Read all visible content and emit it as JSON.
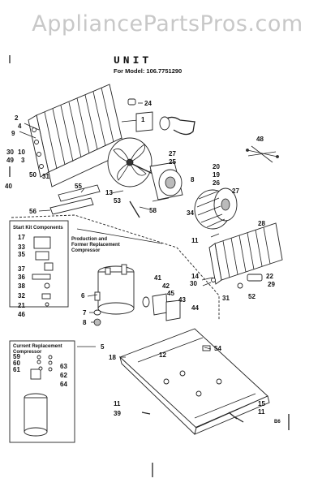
{
  "watermark": "AppliancePartsPros.com",
  "header": {
    "title": "UNIT",
    "model": "For Model: 106.7751290"
  },
  "sections": {
    "start_kit": "Start Kit Components",
    "production_line1": "Production and",
    "production_line2": "Former Replacement",
    "production_line3": "Compressor",
    "current_line1": "Current Replacement",
    "current_line2": "Compressor"
  },
  "footer_code": "B6",
  "part_numbers": {
    "p2": "2",
    "p4": "4",
    "p9": "9",
    "p30a": "30",
    "p10": "10",
    "p49": "49",
    "p3": "3",
    "p50": "50",
    "p31a": "31",
    "p40": "40",
    "p1": "1",
    "p24": "24",
    "p48": "48",
    "p27a": "27",
    "p25": "25",
    "p20": "20",
    "p19": "19",
    "p26": "26",
    "p8a": "8",
    "p13": "13",
    "p53": "53",
    "p55": "55",
    "p56": "56",
    "p58": "58",
    "p27b": "27",
    "p34": "34",
    "p28": "28",
    "p11a": "11",
    "p14": "14",
    "p30b": "30",
    "p31b": "31",
    "p22": "22",
    "p29": "29",
    "p52": "52",
    "p17": "17",
    "p33": "33",
    "p35": "35",
    "p37": "37",
    "p36": "36",
    "p38": "38",
    "p32": "32",
    "p21": "21",
    "p46": "46",
    "p6": "6",
    "p7": "7",
    "p8b": "8",
    "p41": "41",
    "p42": "42",
    "p45": "45",
    "p43": "43",
    "p44": "44",
    "p5": "5",
    "p59": "59",
    "p60": "60",
    "p61": "61",
    "p63": "63",
    "p62": "62",
    "p64": "64",
    "p12": "12",
    "p54": "54",
    "p18": "18",
    "p11b": "11",
    "p39": "39",
    "p15": "15",
    "p11c": "11"
  }
}
